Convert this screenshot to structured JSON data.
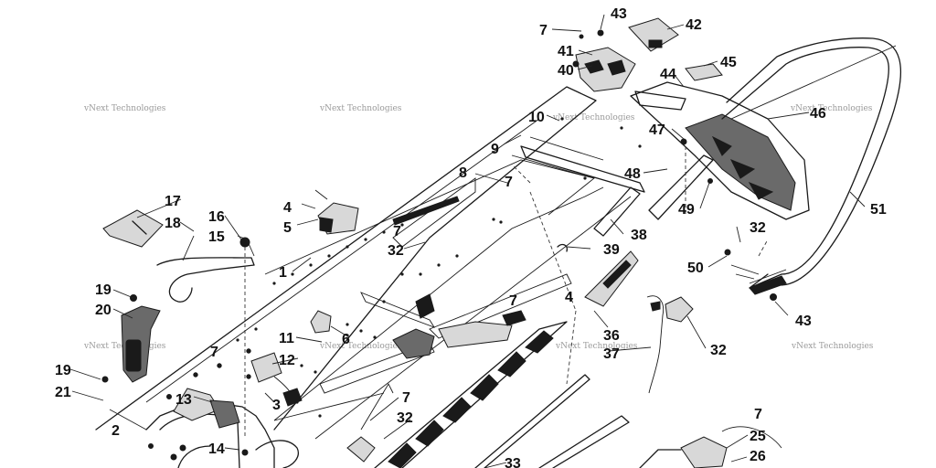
{
  "watermark": "vNext Technologies",
  "callouts": {
    "c1": "1",
    "c2": "2",
    "c3": "3",
    "c4a": "4",
    "c4b": "4",
    "c5": "5",
    "c6": "6",
    "c7a": "7",
    "c7b": "7",
    "c7c": "7",
    "c7d": "7",
    "c7e": "7",
    "c7f": "7",
    "c7g": "7",
    "c8": "8",
    "c9": "9",
    "c10": "10",
    "c11": "11",
    "c12": "12",
    "c13": "13",
    "c14": "14",
    "c15": "15",
    "c16": "16",
    "c17": "17",
    "c18": "18",
    "c19a": "19",
    "c19b": "19",
    "c20": "20",
    "c21": "21",
    "c25": "25",
    "c26": "26",
    "c32a": "32",
    "c32b": "32",
    "c32c": "32",
    "c32d": "32",
    "c33": "33",
    "c36": "36",
    "c37": "37",
    "c38": "38",
    "c39": "39",
    "c40": "40",
    "c41": "41",
    "c42": "42",
    "c43a": "43",
    "c43b": "43",
    "c44": "44",
    "c45": "45",
    "c46": "46",
    "c47": "47",
    "c48": "48",
    "c49": "49",
    "c50": "50",
    "c51": "51"
  }
}
